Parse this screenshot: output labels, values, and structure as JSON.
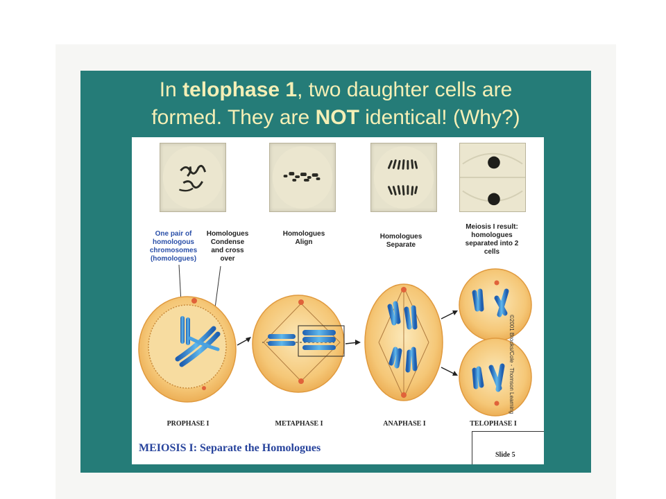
{
  "title": {
    "line1_pre": "In ",
    "line1_bold": "telophase 1",
    "line1_post": ", two daughter cells are",
    "line2_pre": "formed.  They are ",
    "line2_bold": "NOT",
    "line2_post": " identical! (Why?)"
  },
  "labels": {
    "one_pair": [
      "One pair of",
      "homologous",
      "chromosomes",
      "(homologues)"
    ],
    "condense": [
      "Homologues",
      "Condense",
      "and cross",
      "over"
    ],
    "align": [
      "Homologues",
      "Align"
    ],
    "separate": [
      "Homologues",
      "Separate"
    ],
    "result": [
      "Meiosis I result:",
      "homologues",
      "separated into 2",
      "cells"
    ]
  },
  "stages": {
    "prophase": "PROPHASE I",
    "metaphase": "METAPHASE I",
    "anaphase": "ANAPHASE I",
    "telophase": "TELOPHASE I"
  },
  "copyright": "©2001 Brooks/Cole - Thomson Learning",
  "caption": "MEIOSIS I: Separate the Homologues",
  "slide_number": "Slide 5",
  "colors": {
    "slide_bg": "#257c78",
    "title_text": "#f4efb6",
    "caption_blue": "#27439c",
    "cell_fill": "#f5c777",
    "chromosome_blue": "#3b8fd6"
  }
}
